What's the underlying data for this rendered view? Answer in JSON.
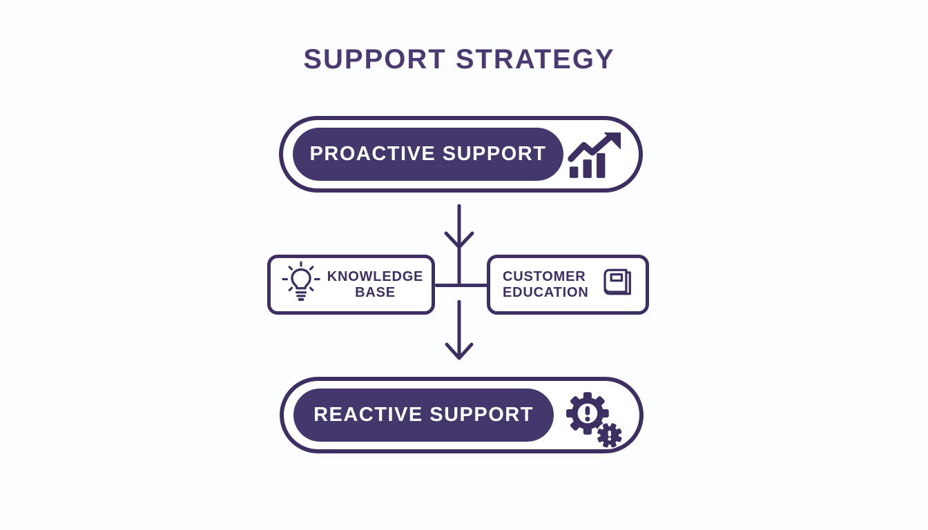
{
  "colors": {
    "background": "#fcfdff",
    "accent": "#3d2f62",
    "accent_fill": "#43376b",
    "title_text": "#4b3a72",
    "node_text_on_fill": "#ffffff"
  },
  "title": "SUPPORT STRATEGY",
  "diagram": {
    "proactive": {
      "label": "PROACTIVE SUPPORT",
      "icon": "growth-chart-icon"
    },
    "knowledge_base": {
      "line1": "KNOWLEDGE",
      "line2": "BASE",
      "icon": "lightbulb-icon"
    },
    "customer_education": {
      "line1": "CUSTOMER",
      "line2": "EDUCATION",
      "icon": "book-icon"
    },
    "reactive": {
      "label": "REACTIVE SUPPORT",
      "icon": "alert-gears-icon"
    },
    "flow": [
      "proactive -> knowledge_base + customer_education",
      "knowledge_base + customer_education -> reactive"
    ]
  }
}
